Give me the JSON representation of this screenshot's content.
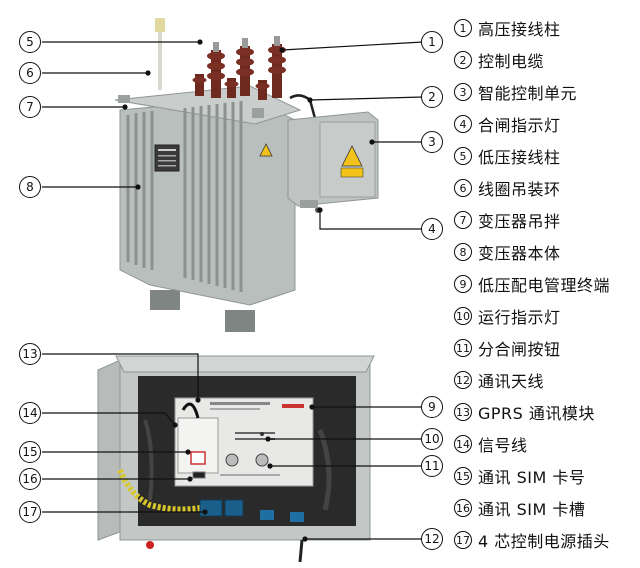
{
  "legend": {
    "items": [
      {
        "num": "1",
        "label": "高压接线柱"
      },
      {
        "num": "2",
        "label": "控制电缆"
      },
      {
        "num": "3",
        "label": "智能控制单元"
      },
      {
        "num": "4",
        "label": "合闸指示灯"
      },
      {
        "num": "5",
        "label": "低压接线柱"
      },
      {
        "num": "6",
        "label": "线圈吊装环"
      },
      {
        "num": "7",
        "label": "变压器吊拌"
      },
      {
        "num": "8",
        "label": "变压器本体"
      },
      {
        "num": "9",
        "label": "低压配电管理终端"
      },
      {
        "num": "10",
        "label": "运行指示灯"
      },
      {
        "num": "11",
        "label": "分合闸按钮"
      },
      {
        "num": "12",
        "label": "通讯天线"
      },
      {
        "num": "13",
        "label": "GPRS 通讯模块"
      },
      {
        "num": "14",
        "label": "信号线"
      },
      {
        "num": "15",
        "label": "通讯 SIM 卡号"
      },
      {
        "num": "16",
        "label": "通讯 SIM 卡槽"
      },
      {
        "num": "17",
        "label": "4 芯控制电源插头"
      }
    ]
  },
  "callouts": {
    "c1": "1",
    "c2": "2",
    "c3": "3",
    "c4": "4",
    "c5": "5",
    "c6": "6",
    "c7": "7",
    "c8": "8",
    "c9": "9",
    "c10": "10",
    "c11": "11",
    "c12": "12",
    "c13": "13",
    "c14": "14",
    "c15": "15",
    "c16": "16",
    "c17": "17"
  },
  "colors": {
    "tank": "#b9bfbd",
    "tank_dark": "#8f9694",
    "bushing": "#6e2a1f",
    "warning": "#f2c21a",
    "cabinet_interior": "#2a2a2a",
    "panel": "#e8e8e6"
  }
}
